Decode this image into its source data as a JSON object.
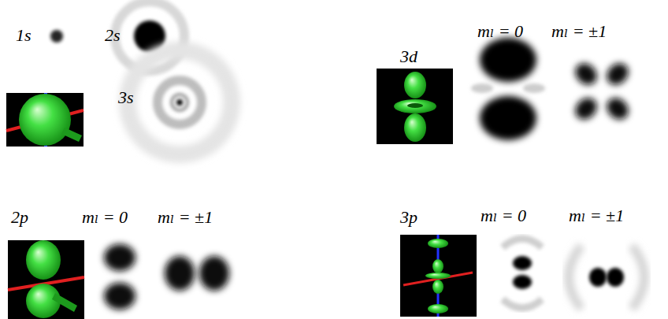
{
  "diagram": {
    "labels": [
      "1s",
      "2s",
      "3d",
      "mₗ = 0",
      "mₗ = ±1",
      "3s",
      "2p",
      "mₗ = 0",
      "mₗ = ±1",
      "3p",
      "mₗ = 0",
      "mₗ = ±1"
    ]
  }
}
